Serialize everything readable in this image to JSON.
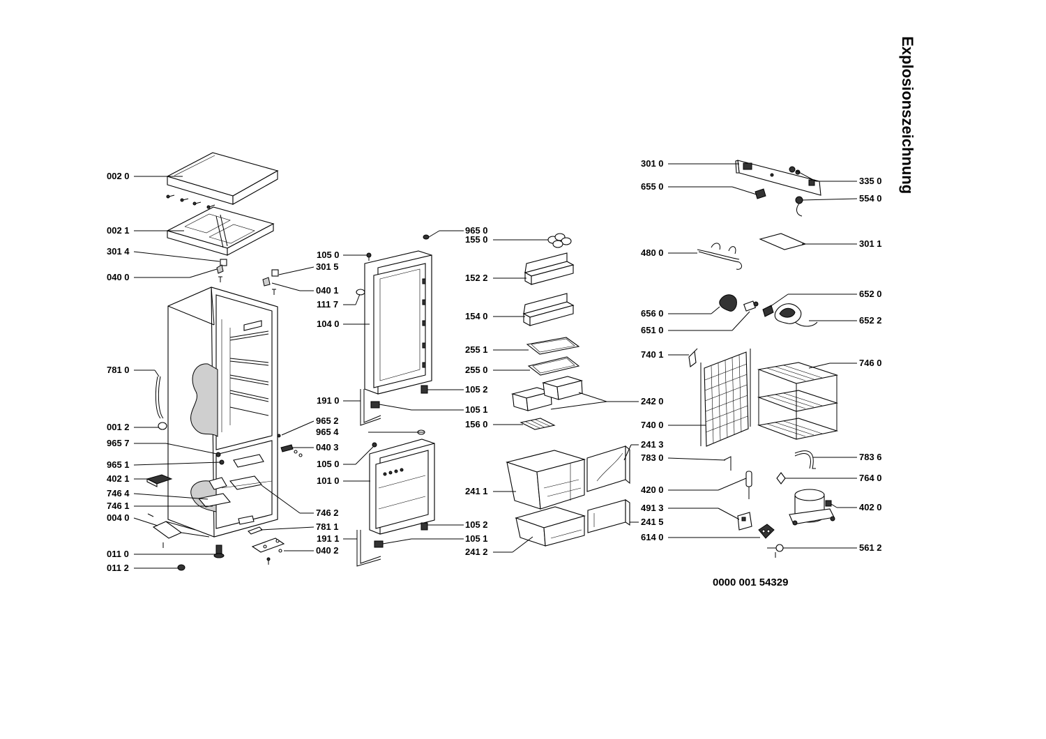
{
  "title": "Explosionszeichnung",
  "document_number": "0000 001 54329",
  "labels": {
    "l0020": "002 0",
    "l0021": "002 1",
    "l3014": "301 4",
    "l0400": "040 0",
    "l3015": "301 5",
    "l0401": "040 1",
    "l7810": "781 0",
    "l0012": "001 2",
    "l9657": "965 7",
    "l9651": "965 1",
    "l4021": "402 1",
    "l7464": "746 4",
    "l7461": "746 1",
    "l0040": "004 0",
    "l0110": "011 0",
    "l0112": "011 2",
    "l9652": "965 2",
    "l9654": "965 4",
    "l0403": "040 3",
    "l7462": "746 2",
    "l7811": "781 1",
    "l0402": "040 2",
    "l9650": "965 0",
    "l1550": "155 0",
    "l1050a": "105 0",
    "l1117": "111 7",
    "l1040": "104 0",
    "l1910": "191 0",
    "l1052a": "105 2",
    "l1051a": "105 1",
    "l1522": "152 2",
    "l1540": "154 0",
    "l2551": "255 1",
    "l2550": "255 0",
    "l2420": "242 0",
    "l1560": "156 0",
    "l1050b": "105 0",
    "l1010": "101 0",
    "l1052b": "105 2",
    "l1911": "191 1",
    "l1051b": "105 1",
    "l2413": "241 3",
    "l2411": "241 1",
    "l2415": "241 5",
    "l2412": "241 2",
    "l3010": "301 0",
    "l6550": "655 0",
    "l3350": "335 0",
    "l5540": "554 0",
    "l3011": "301 1",
    "l4800": "480 0",
    "l6520": "652 0",
    "l6560": "656 0",
    "l6510": "651 0",
    "l6522": "652 2",
    "l7401": "740 1",
    "l7460": "746 0",
    "l7400": "740 0",
    "l7830": "783 0",
    "l7836": "783 6",
    "l4200": "420 0",
    "l7640": "764 0",
    "l4913": "491 3",
    "l4020": "402 0",
    "l6140": "614 0",
    "l5612": "561 2"
  }
}
